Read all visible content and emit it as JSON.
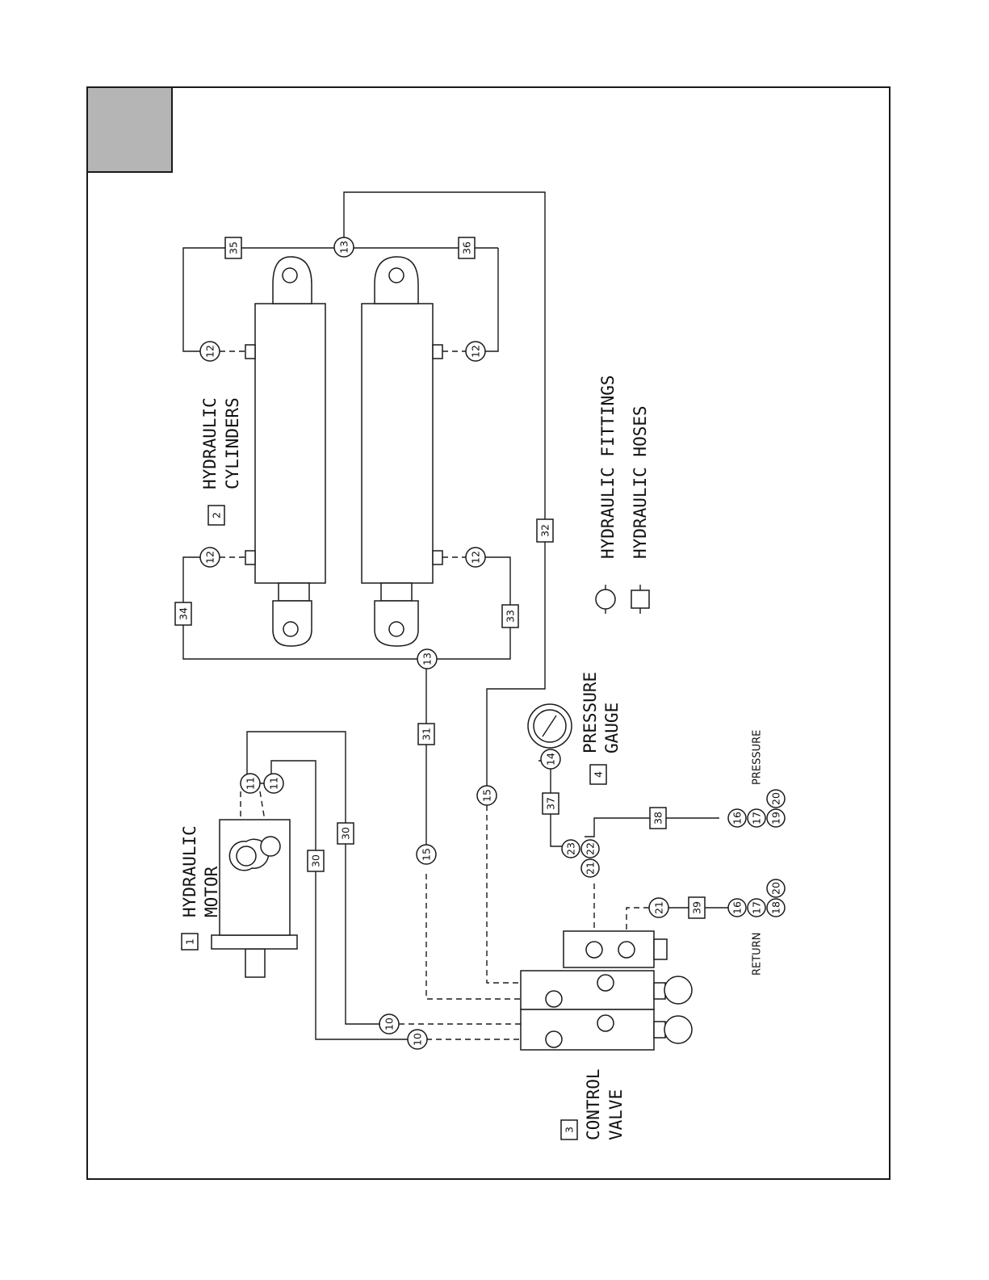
{
  "labels": {
    "motor_num": "1",
    "motor": [
      "HYDRAULIC",
      "MOTOR"
    ],
    "cyl_num": "2",
    "cylinders": [
      "HYDRAULIC",
      "CYLINDERS"
    ],
    "valve_num": "3",
    "valve": [
      "CONTROL",
      "VALVE"
    ],
    "gauge_num": "4",
    "gauge": [
      "PRESSURE",
      "GAUGE"
    ],
    "pressure": "PRESSURE",
    "return": "RETURN"
  },
  "legend": {
    "fittings": "HYDRAULIC FITTINGS",
    "hoses": "HYDRAULIC HOSES"
  },
  "fittings": {
    "f10a": "10",
    "f10b": "10",
    "f11a": "11",
    "f11b": "11",
    "f12a": "12",
    "f12b": "12",
    "f12c": "12",
    "f12d": "12",
    "f13a": "13",
    "f13b": "13",
    "f14": "14",
    "f15a": "15",
    "f15b": "15",
    "f16a": "16",
    "f17a": "17",
    "f19": "19",
    "f20a": "20",
    "f16b": "16",
    "f17b": "17",
    "f18": "18",
    "f20b": "20",
    "f21a": "21",
    "f22": "22",
    "f23": "23",
    "f21b": "21"
  },
  "hoses": {
    "h30a": "30",
    "h30b": "30",
    "h31": "31",
    "h32": "32",
    "h33": "33",
    "h34": "34",
    "h35": "35",
    "h36": "36",
    "h37": "37",
    "h38": "38",
    "h39": "39"
  }
}
